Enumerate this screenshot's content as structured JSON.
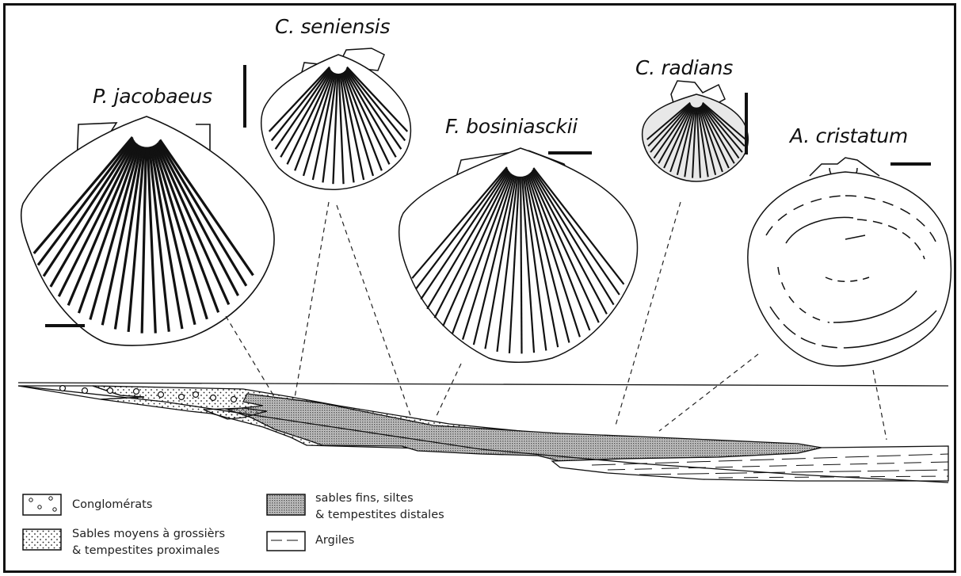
{
  "species": [
    {
      "id": "p-jacobaeus",
      "name": "P. jacobaeus"
    },
    {
      "id": "c-seniensis",
      "name": "C. seniensis"
    },
    {
      "id": "f-bosiniasckii",
      "name": "F. bosiniasckii"
    },
    {
      "id": "c-radians",
      "name": "C. radians"
    },
    {
      "id": "a-cristatum",
      "name": "A. cristatum"
    }
  ],
  "legend": {
    "conglomerats": "Conglomérats",
    "sables_moyens": [
      "Sables moyens à grossièrs",
      "& tempestites proximales"
    ],
    "sables_fins": [
      "sables fins, siltes",
      "& tempestites distales"
    ],
    "argiles": "Argiles"
  },
  "colors": {
    "ink": "#111111",
    "background": "#ffffff"
  }
}
